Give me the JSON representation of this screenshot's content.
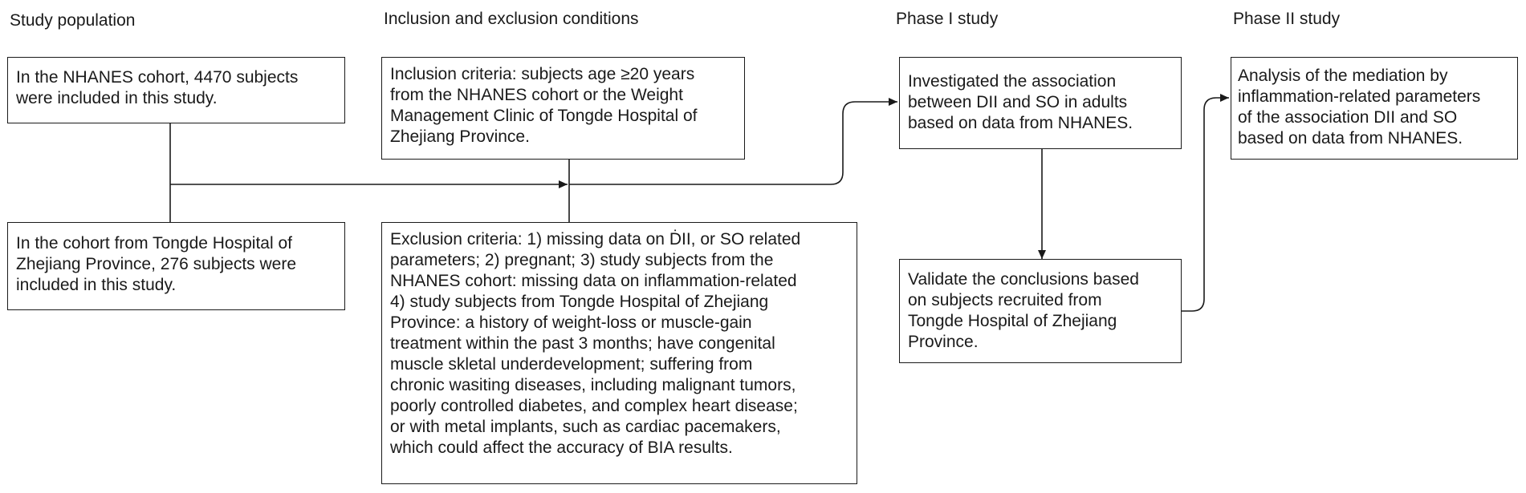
{
  "headings": {
    "study_population": "Study population",
    "inclusion_exclusion": "Inclusion and exclusion conditions",
    "phase1": "Phase I study",
    "phase2": "Phase II study"
  },
  "boxes": {
    "nhanes_cohort": "In the NHANES cohort, 4470 subjects\nwere included in this study.",
    "tongde_cohort": "In the cohort from Tongde Hospital of\nZhejiang Province, 276 subjects were\nincluded in this study.",
    "inclusion": "Inclusion criteria: subjects age ≥20 years\nfrom the NHANES cohort or the Weight\nManagement Clinic of Tongde Hospital of\nZhejiang Province.",
    "exclusion": "Exclusion criteria: 1) missing data on ḊII, or SO related\n parameters; 2) pregnant; 3) study subjects from the\n NHANES cohort: missing data on inflammation-related\n 4) study subjects from Tongde Hospital of Zhejiang\n Province: a history of weight-loss or muscle-gain\n treatment within the past 3 months; have congenital\n muscle skletal underdevelopment; suffering from\n chronic wasiting diseases, including malignant tumors,\n poorly controlled diabetes, and complex heart disease;\n or with metal implants, such as cardiac pacemakers,\n which could affect the accuracy of BIA results.",
    "phase1_box": "Investigated the association\nbetween DII and SO in adults\nbased on data from NHANES.",
    "validate_box": "Validate the conclusions based\n on subjects recruited from\n Tongde Hospital of Zhejiang\n Province.",
    "phase2_box": "Analysis of the mediation by\n inflammation-related parameters\n of the association DII and SO\n based on data from NHANES."
  }
}
